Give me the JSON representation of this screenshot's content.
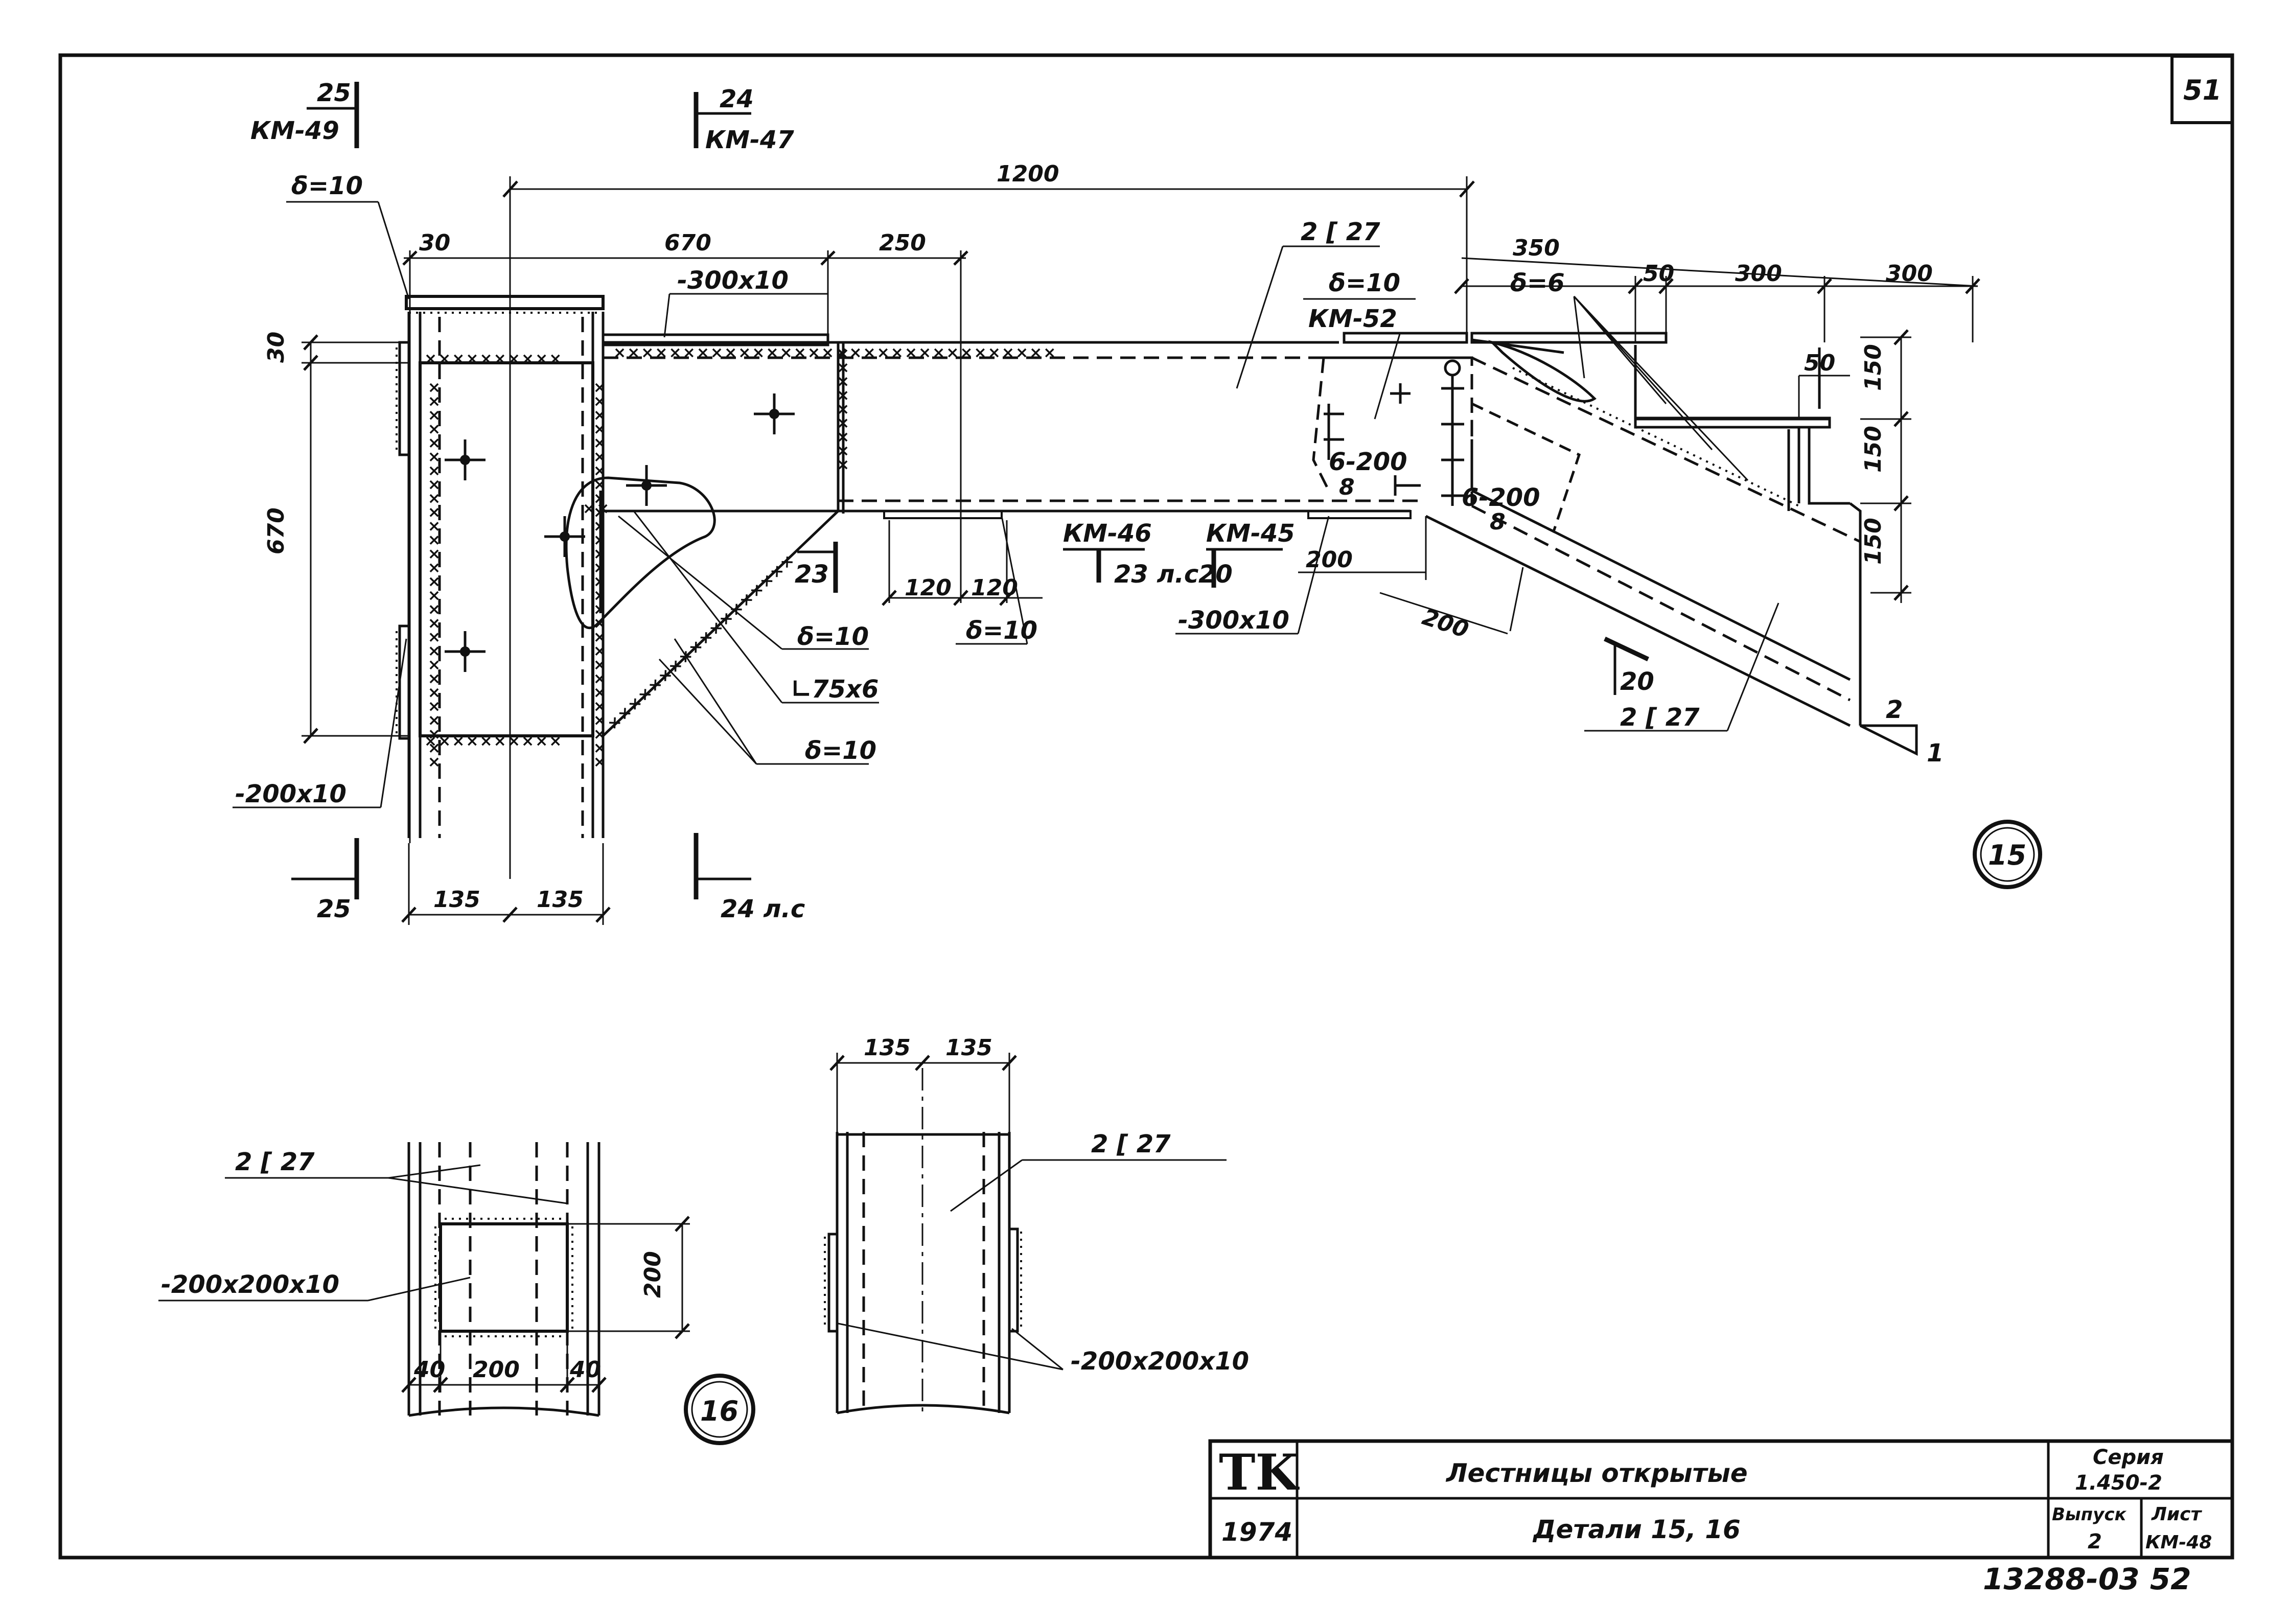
{
  "sheet_number": "51",
  "document_code": "13288-03 52",
  "title_block": {
    "logo": "TK",
    "year": "1974",
    "title": "Лестницы открытые",
    "subtitle": "Детали 15, 16",
    "series_label": "Серия",
    "series_value": "1.450-2",
    "issue_label": "Выпуск",
    "issue_value": "2",
    "sheet_label": "Лист",
    "sheet_value": "КМ-48"
  },
  "detail15": {
    "callout_number": "15",
    "section_marks": {
      "top_left_num": "25",
      "top_left_ref": "КМ-49",
      "top_mid_num": "24",
      "top_mid_ref": "КМ-47",
      "bot_left_num": "25",
      "bot_mid_text": "24 л.с"
    },
    "dimensions": {
      "overall": "1200",
      "d30_top": "30",
      "d670_top": "670",
      "d250": "250",
      "d350": "350",
      "d50_top": "50",
      "d300_a": "300",
      "d300_b": "300",
      "d50_mid": "50",
      "d150_a": "150",
      "d150_b": "150",
      "d150_c": "150",
      "d30_left": "30",
      "d670_left": "670",
      "d120_a": "120",
      "d120_b": "120",
      "d200_a": "200",
      "d200_b": "200",
      "d135_a": "135",
      "d135_b": "135",
      "slope_2": "2",
      "slope_1": "1"
    },
    "labels": {
      "plate_top": "δ=10",
      "plate_300": "-300x10",
      "channel_top": "2 [ 27",
      "plate_km52": "δ=10",
      "km52": "КМ-52",
      "plate_d6": "δ=6",
      "bolts_a": "6-200",
      "bolts_b": "6-200",
      "bolts_a_n": "8",
      "bolts_b_n": "8",
      "km46": "КМ-46",
      "km45": "КМ-45",
      "sec23": "23",
      "sec23ps": "23 л.с",
      "sec20": "20",
      "gusset_d10": "δ=10",
      "angle": "∟75x6",
      "plate_d10_low": "δ=10",
      "plate_d10_mid": "δ=10",
      "plate_300b": "-300x10",
      "plate_200": "-200x10",
      "sec20b": "20",
      "channel_bot": "2 [ 27"
    }
  },
  "detail16": {
    "callout_number": "16",
    "left_view": {
      "channel": "2 [ 27",
      "plate": "-200x200x10",
      "d200": "200",
      "d40_a": "40",
      "d200_b": "200",
      "d40_b": "40"
    },
    "right_view": {
      "d135_a": "135",
      "d135_b": "135",
      "channel": "2 [ 27",
      "plate": "-200x200x10"
    }
  }
}
